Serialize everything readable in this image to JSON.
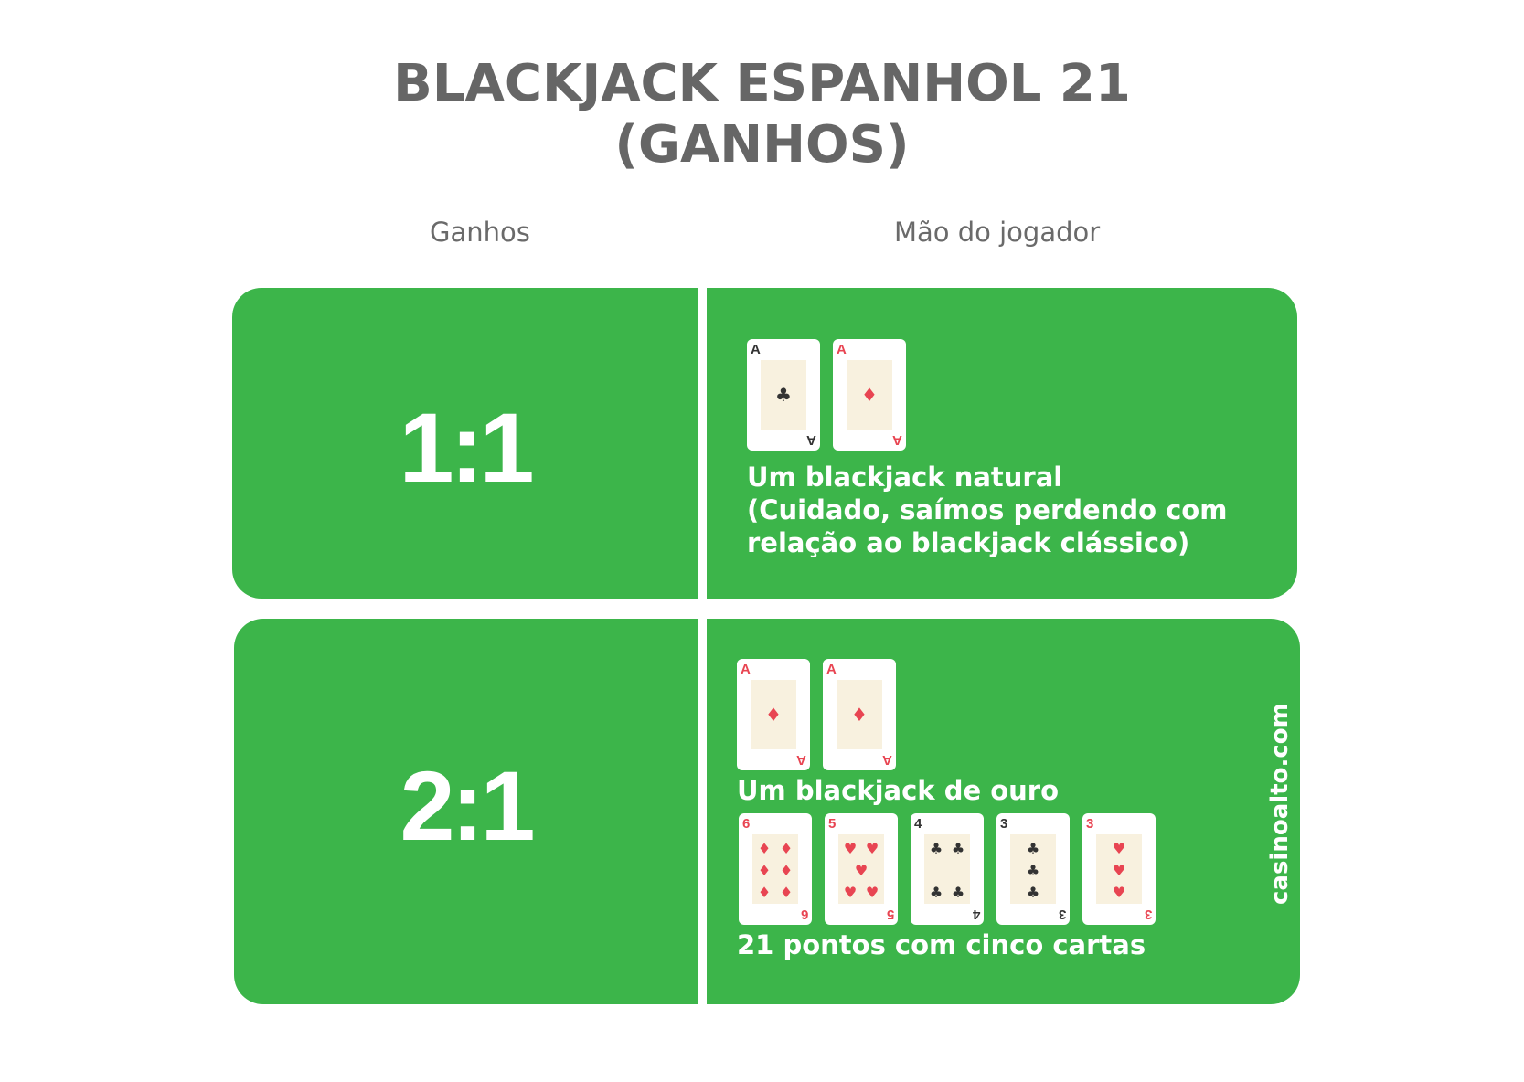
{
  "title": {
    "line1": "BLACKJACK ESPANHOL 21",
    "line2": "(GANHOS)"
  },
  "columns": {
    "left": "Ganhos",
    "right": "Mão do jogador"
  },
  "colors": {
    "panel": "#3cb54a",
    "red_suit": "#e84552",
    "black_suit": "#333333",
    "card_face": "#f8f1df"
  },
  "rows": [
    {
      "ratio": "1:1",
      "hands": [
        {
          "cards": [
            {
              "rank": "A",
              "suit": "club-icon"
            },
            {
              "rank": "A",
              "suit": "diamond-icon"
            }
          ],
          "label_lines": [
            "Um blackjack natural",
            "(Cuidado, saímos perdendo com",
            "relação ao blackjack clássico)"
          ]
        }
      ]
    },
    {
      "ratio": "2:1",
      "hands": [
        {
          "cards": [
            {
              "rank": "A",
              "suit": "diamond-icon"
            },
            {
              "rank": "A",
              "suit": "diamond-icon"
            }
          ],
          "label_lines": [
            "Um blackjack de ouro"
          ]
        },
        {
          "cards": [
            {
              "rank": "6",
              "suit": "diamond-icon"
            },
            {
              "rank": "5",
              "suit": "heart-icon"
            },
            {
              "rank": "4",
              "suit": "club-icon"
            },
            {
              "rank": "3",
              "suit": "club-icon"
            },
            {
              "rank": "3",
              "suit": "heart-icon"
            }
          ],
          "label_lines": [
            "21 pontos com cinco cartas"
          ]
        }
      ]
    }
  ],
  "watermark": "casinoalto.com"
}
